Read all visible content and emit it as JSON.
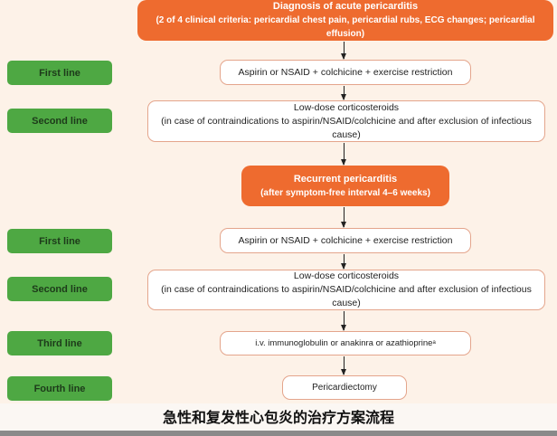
{
  "diagnosis": {
    "title": "Diagnosis of acute pericarditis",
    "subtitle": "(2 of 4 clinical criteria: pericardial chest pain, pericardial rubs, ECG changes; pericardial effusion)"
  },
  "acute": {
    "first": "Aspirin or NSAID + colchicine + exercise restriction",
    "second_title": "Low-dose corticosteroids",
    "second_sub": "(in case of contraindications to aspirin/NSAID/colchicine and after exclusion of infectious cause)"
  },
  "recurrent": {
    "title": "Recurrent pericarditis",
    "subtitle": "(after symptom-free interval 4–6 weeks)",
    "first": "Aspirin or NSAID + colchicine + exercise restriction",
    "second_title": "Low-dose corticosteroids",
    "second_sub": "(in case of contraindications to aspirin/NSAID/colchicine and after exclusion of infectious cause)",
    "third": "i.v. immunoglobulin or anakinra or azathioprine",
    "third_sup": "a",
    "fourth": "Pericardiectomy"
  },
  "labels": {
    "first": "First line",
    "second": "Second line",
    "third": "Third line",
    "fourth": "Fourth line"
  },
  "caption": "急性和复发性心包炎的治疗方案流程"
}
